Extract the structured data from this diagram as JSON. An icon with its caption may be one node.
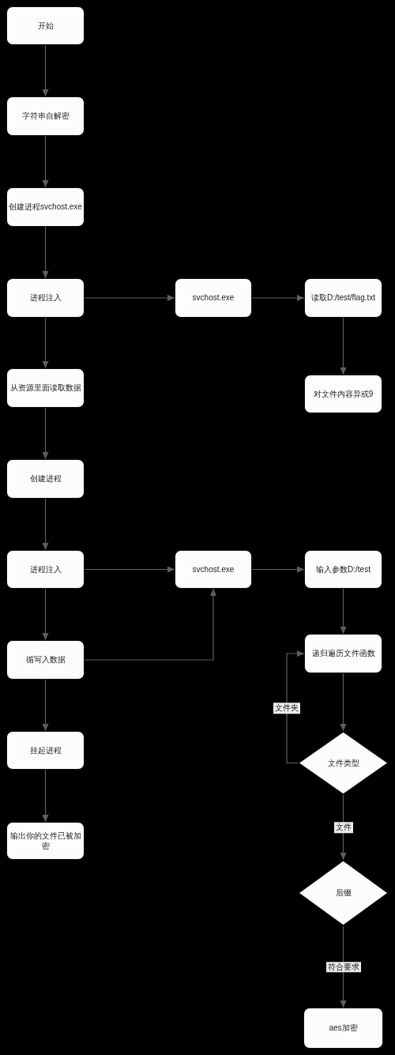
{
  "diagram": {
    "nodes": [
      {
        "text": [
          "开始"
        ]
      },
      {
        "text": [
          "字符串自解密"
        ]
      },
      {
        "text": [
          "创建进程svchost.exe"
        ]
      },
      {
        "text": [
          "进程注入"
        ]
      },
      {
        "text": [
          "从资源里面读取数据"
        ]
      },
      {
        "text": [
          "创建进程"
        ]
      },
      {
        "text": [
          "进程注入"
        ]
      },
      {
        "text": [
          "循写入数据"
        ]
      },
      {
        "text": [
          "挂起进程"
        ]
      },
      {
        "text": [
          "输出你的文件已被加密"
        ]
      },
      {
        "text": [
          "svchost.exe"
        ]
      },
      {
        "text": [
          "读取D:/test/flag.txt"
        ]
      },
      {
        "text": [
          "对文件内容异或9"
        ]
      },
      {
        "text": [
          "svchost.exe"
        ]
      },
      {
        "text": [
          "输入参数D:/test"
        ]
      },
      {
        "text": [
          "递归遍历文件函数"
        ]
      },
      {
        "text": [
          "文件类型"
        ]
      },
      {
        "text": [
          "后缀"
        ]
      },
      {
        "text": [
          "aes加密"
        ]
      }
    ],
    "edges": [
      {
        "from": 0,
        "to": 1,
        "arrow": "to"
      },
      {
        "from": 1,
        "to": 2,
        "arrow": "to"
      },
      {
        "from": 2,
        "to": 3,
        "arrow": "to"
      },
      {
        "from": 3,
        "to": 4,
        "arrow": "to"
      },
      {
        "from": 4,
        "to": 5,
        "arrow": "to"
      },
      {
        "from": 5,
        "to": 6,
        "arrow": "to"
      },
      {
        "from": 6,
        "to": 7,
        "arrow": "to"
      },
      {
        "from": 7,
        "to": 8,
        "arrow": "to"
      },
      {
        "from": 8,
        "to": 9,
        "arrow": "to"
      },
      {
        "from": 3,
        "to": 10,
        "arrow": "to"
      },
      {
        "from": 10,
        "to": 11,
        "arrow": "to"
      },
      {
        "from": 11,
        "to": 12,
        "arrow": "to"
      },
      {
        "from": 6,
        "to": 13,
        "arrow": "to"
      },
      {
        "from": 13,
        "to": 14,
        "arrow": "to"
      },
      {
        "from": 14,
        "to": 15,
        "arrow": "to"
      },
      {
        "from": 15,
        "to": 16,
        "arrow": "to"
      },
      {
        "from": 16,
        "to": 15,
        "label": "文件夹",
        "arrow": "to"
      },
      {
        "from": 16,
        "to": 17,
        "label": "文件",
        "arrow": "to"
      },
      {
        "from": 17,
        "to": 18,
        "label": "符合要求",
        "arrow": "to"
      },
      {
        "from": 7,
        "to": 13,
        "arrow": "to"
      }
    ]
  }
}
